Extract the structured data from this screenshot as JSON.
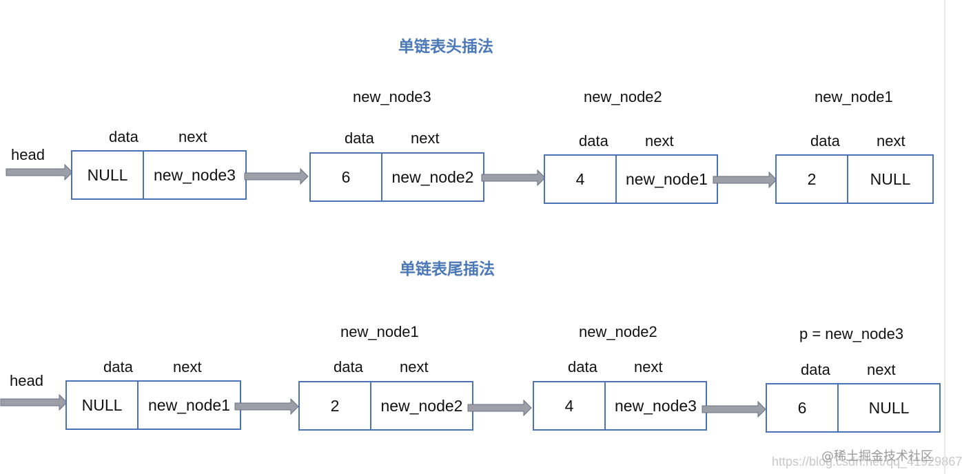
{
  "head_insert": {
    "title": "单链表头插法",
    "head_label": "head",
    "nodes": [
      {
        "name": "",
        "data_label": "data",
        "next_label": "next",
        "data": "NULL",
        "next": "new_node3"
      },
      {
        "name": "new_node3",
        "data_label": "data",
        "next_label": "next",
        "data": "6",
        "next": "new_node2"
      },
      {
        "name": "new_node2",
        "data_label": "data",
        "next_label": "next",
        "data": "4",
        "next": "new_node1"
      },
      {
        "name": "new_node1",
        "data_label": "data",
        "next_label": "next",
        "data": "2",
        "next": "NULL"
      }
    ]
  },
  "tail_insert": {
    "title": "单链表尾插法",
    "head_label": "head",
    "nodes": [
      {
        "name": "",
        "data_label": "data",
        "next_label": "next",
        "data": "NULL",
        "next": "new_node1"
      },
      {
        "name": "new_node1",
        "data_label": "data",
        "next_label": "next",
        "data": "2",
        "next": "new_node2"
      },
      {
        "name": "new_node2",
        "data_label": "data",
        "next_label": "next",
        "data": "4",
        "next": "new_node3"
      },
      {
        "name": "p = new_node3",
        "data_label": "data",
        "next_label": "next",
        "data": "6",
        "next": "NULL"
      }
    ]
  },
  "watermark": {
    "url": "https://blog.csdn.net/qq_41929867",
    "site": "@稀土掘金技术社区"
  },
  "colors": {
    "title": "#4a78b8",
    "border": "#4a72b8",
    "arrow": "#9c9ea8"
  }
}
